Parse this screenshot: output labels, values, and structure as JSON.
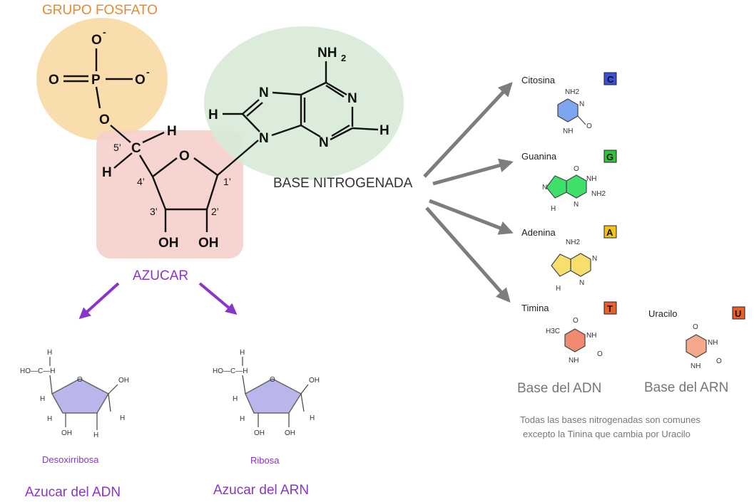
{
  "labels": {
    "phosphate_group": "GRUPO FOSFATO",
    "sugar": "AZUCAR",
    "nitrogen_base": "BASE NITROGENADA",
    "deoxyribose": "Desoxirribosa",
    "ribose": "Ribosa",
    "dna_sugar": "Azucar del ADN",
    "rna_sugar": "Azucar del ARN",
    "dna_base": "Base del ADN",
    "rna_base": "Base del ARN",
    "note_line1": "Todas las bases nitrogenadas son comunes",
    "note_line2": "excepto la Tinina que cambia por Uracilo"
  },
  "bases": [
    {
      "name": "Citosina",
      "letter": "C",
      "color": "#3b4fd6"
    },
    {
      "name": "Guanina",
      "letter": "G",
      "color": "#33c23b"
    },
    {
      "name": "Adenina",
      "letter": "A",
      "color": "#f2c21b"
    },
    {
      "name": "Timina",
      "letter": "T",
      "color": "#e8602a"
    },
    {
      "name": "Uracilo",
      "letter": "U",
      "color": "#e8602a"
    }
  ],
  "atoms": {
    "O": "O",
    "P": "P",
    "C": "C",
    "H": "H",
    "N": "N",
    "OH": "OH",
    "NH2": "NH",
    "NH2_sub": "2",
    "O_minus": "-",
    "HO": "HO",
    "HOC": "HO—C—H"
  },
  "carbon_numbers": {
    "c1": "1’",
    "c2": "2’",
    "c3": "3’",
    "c4": "4’",
    "c5": "5’"
  },
  "colors": {
    "phosphate": "#f8d9a3",
    "sugar": "#f5cfcb",
    "base": "#d7ead6",
    "orange_text": "#e88a2c",
    "purple_text": "#8a35c9",
    "gray_arrow": "#7d7d7d",
    "pentagon_fill": "#b9b6ec"
  },
  "mini": {
    "NH2": "NH2",
    "NH": "NH",
    "N": "N",
    "O": "O",
    "H": "H",
    "H3C": "H3C"
  }
}
